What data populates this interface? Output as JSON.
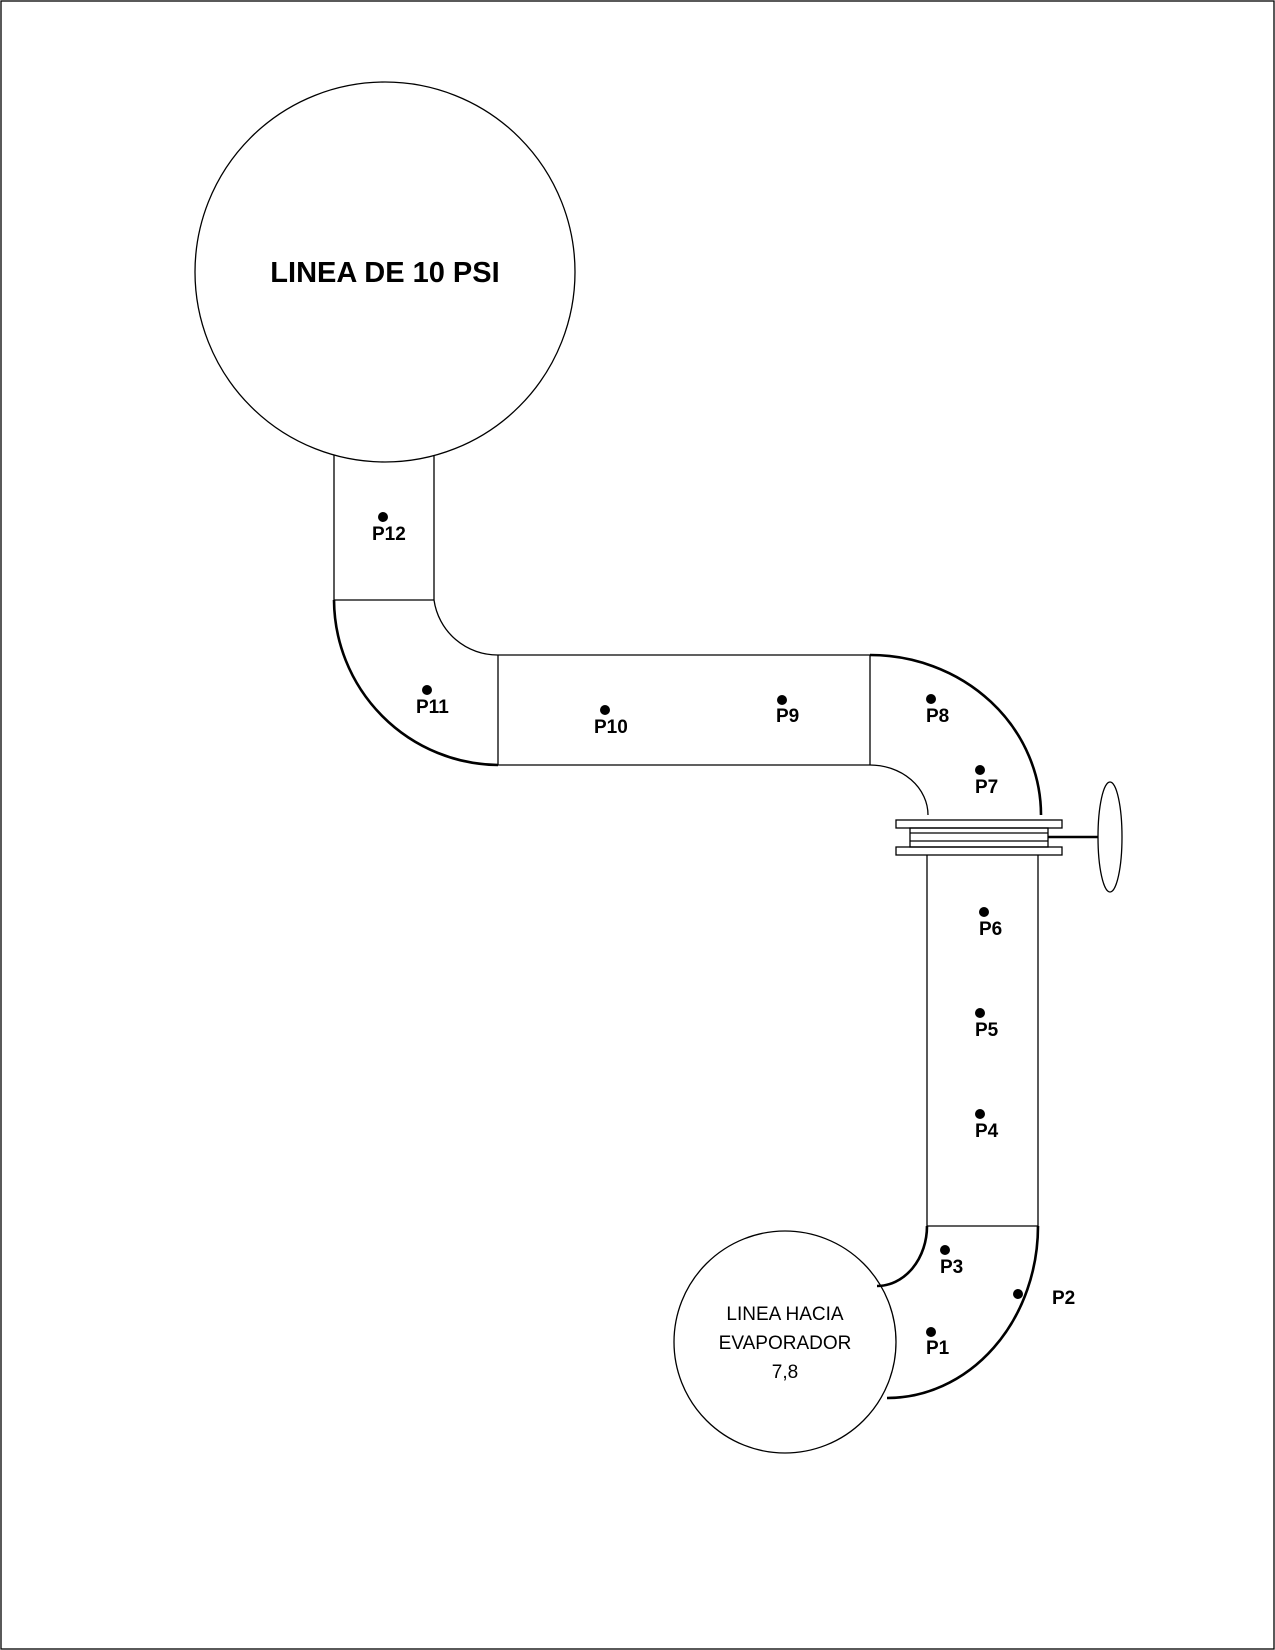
{
  "tanks": {
    "top_label": "LINEA DE 10 PSI",
    "bottom_label_line1": "LINEA HACIA",
    "bottom_label_line2": "EVAPORADOR",
    "bottom_label_line3": "7,8"
  },
  "points": {
    "p1": "P1",
    "p2": "P2",
    "p3": "P3",
    "p4": "P4",
    "p5": "P5",
    "p6": "P6",
    "p7": "P7",
    "p8": "P8",
    "p9": "P9",
    "p10": "P10",
    "p11": "P11",
    "p12": "P12"
  }
}
